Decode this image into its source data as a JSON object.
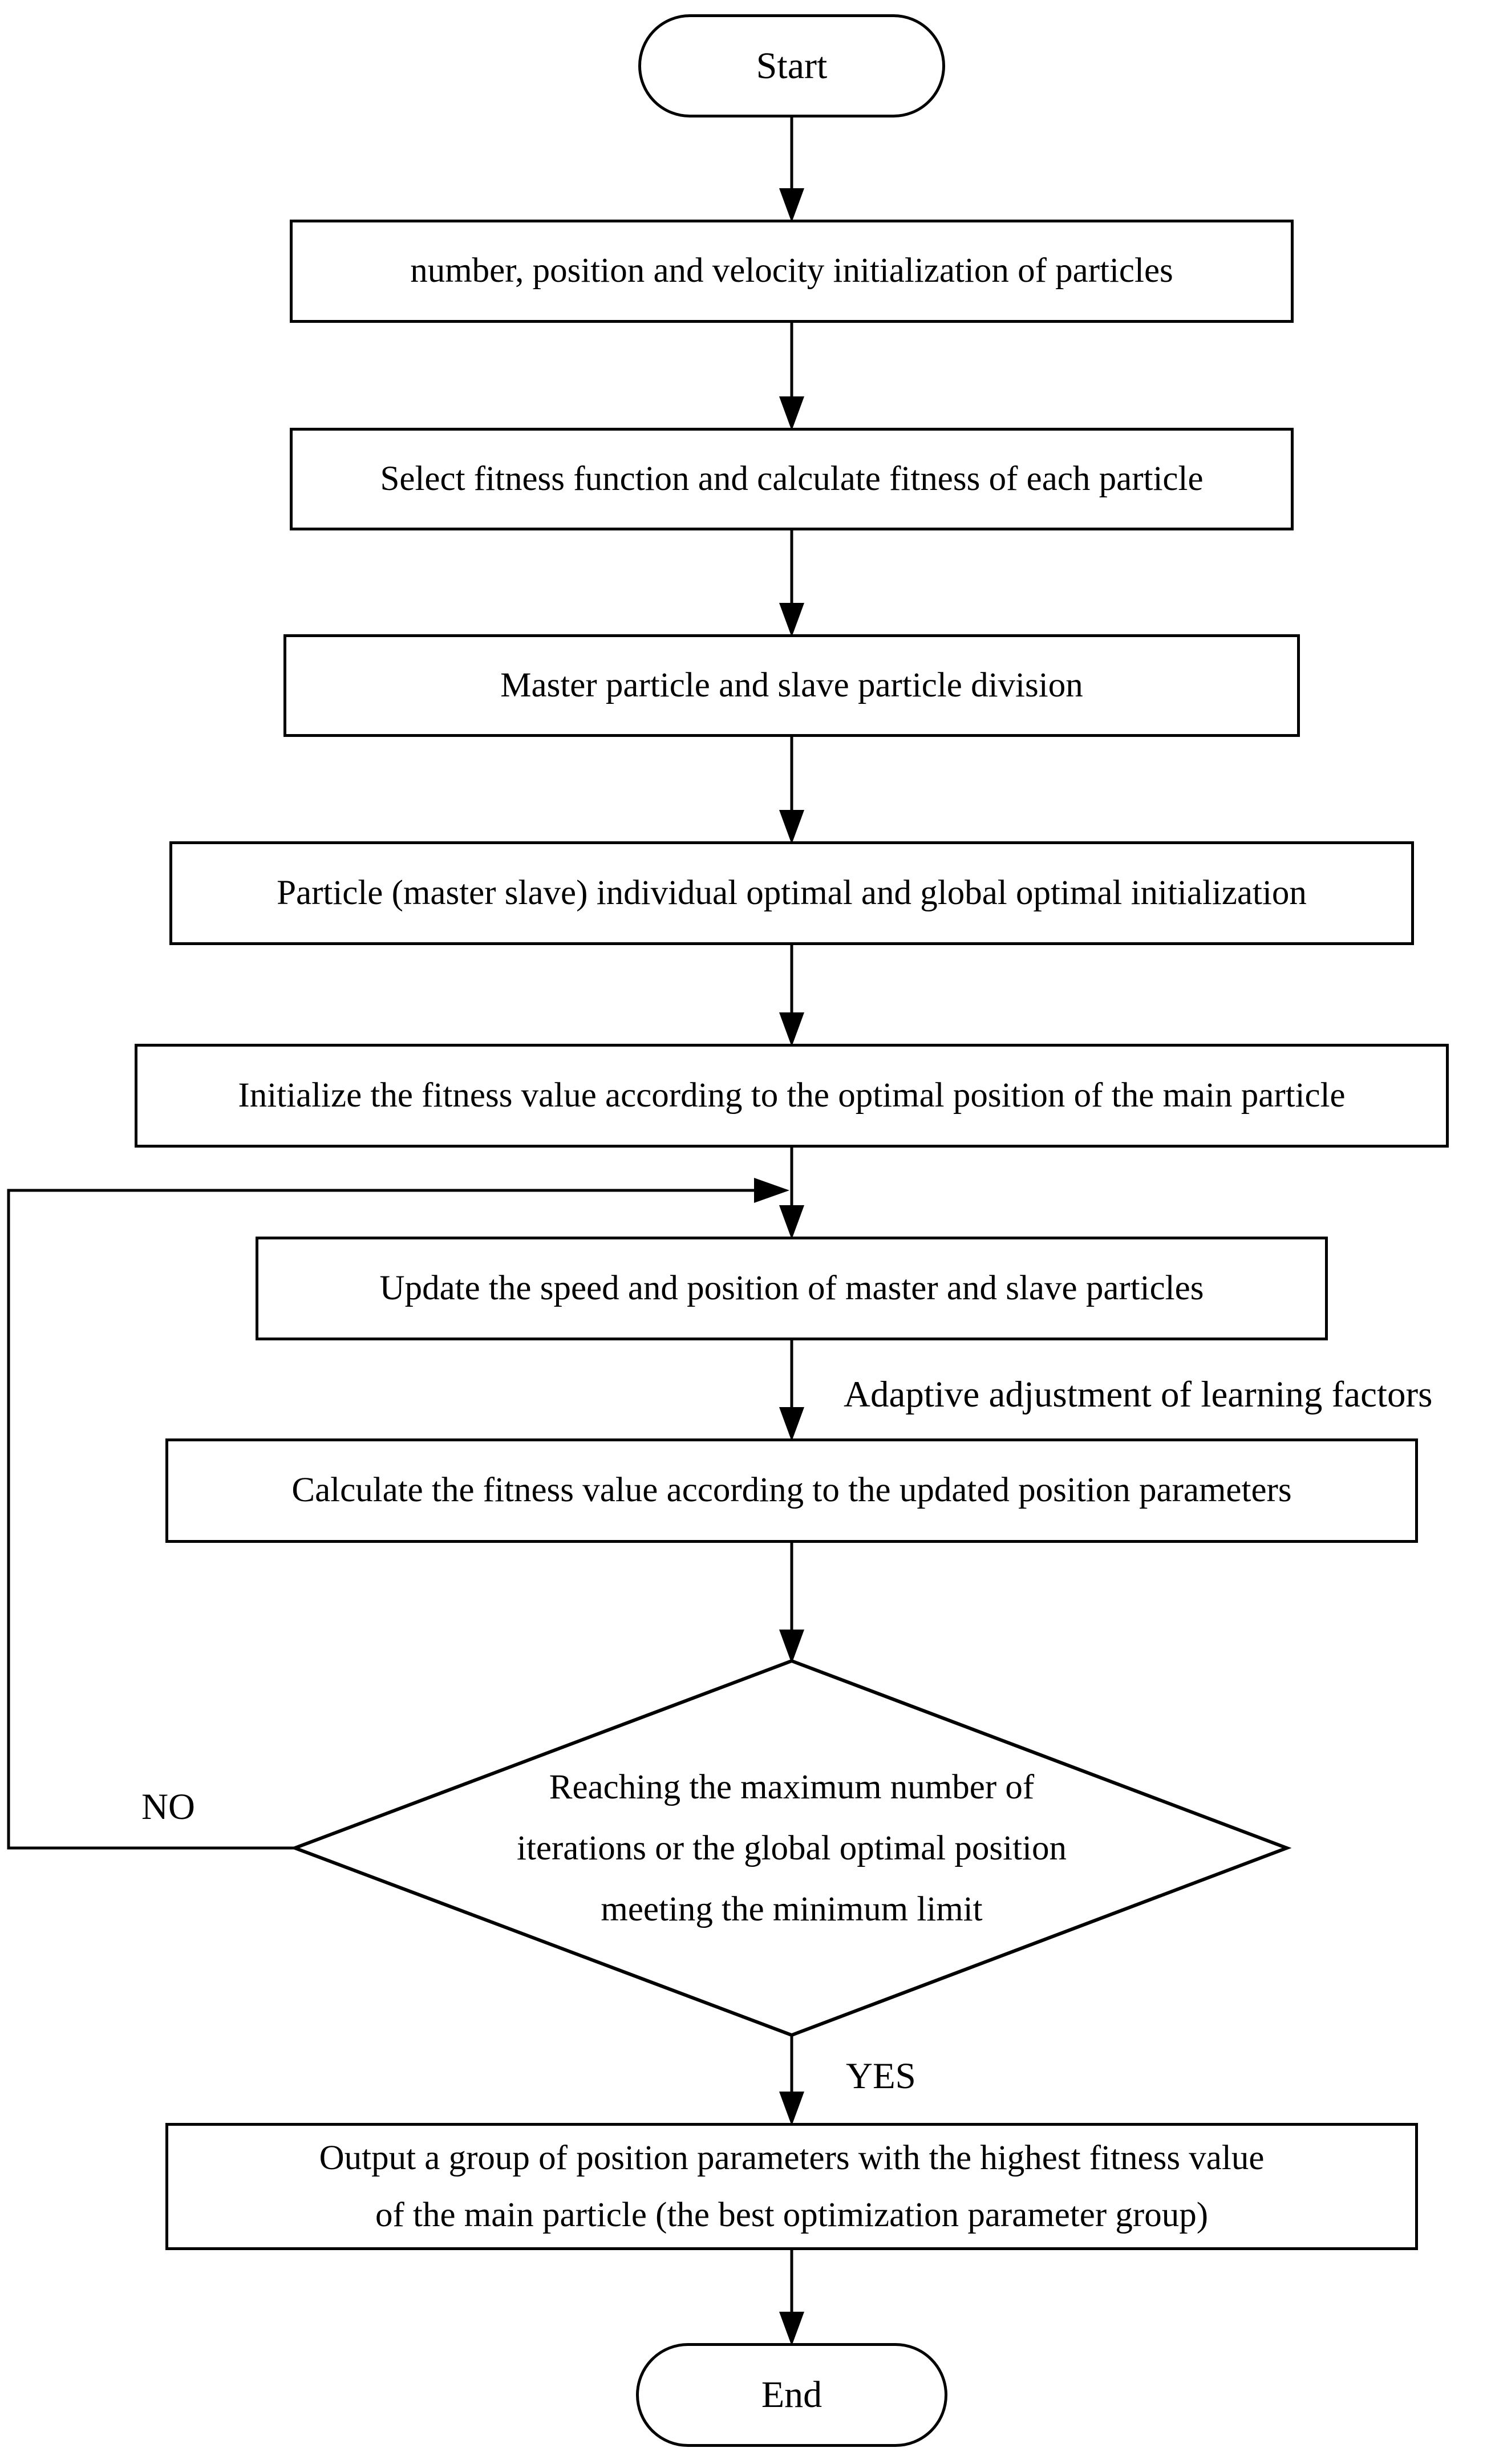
{
  "diagram": {
    "title": "Master-slave particle swarm optimization flowchart",
    "colors": {
      "background": "#ffffff",
      "line": "#000000",
      "text": "#000000"
    },
    "nodes": {
      "start": {
        "label": "Start",
        "type": "terminator"
      },
      "init_particles": {
        "label": "number, position and velocity initialization of particles",
        "type": "process"
      },
      "select_fitness": {
        "label": "Select fitness function and calculate fitness of each particle",
        "type": "process"
      },
      "division": {
        "label": "Master particle and slave particle division",
        "type": "process"
      },
      "optimal_init": {
        "label": "Particle (master slave) individual optimal and global optimal initialization",
        "type": "process"
      },
      "init_fitness": {
        "label": "Initialize the fitness value according to the optimal position of the main particle",
        "type": "process"
      },
      "update_speed": {
        "label": "Update the speed and position of master and slave particles",
        "type": "process"
      },
      "calc_fitness": {
        "label": "Calculate the fitness value according to the updated position parameters",
        "type": "process"
      },
      "decision": {
        "label": "Reaching the maximum number of\niterations or the global optimal position\nmeeting the minimum limit",
        "type": "decision"
      },
      "output": {
        "label": "Output a group of position parameters with the highest fitness value\nof the main particle (the best optimization parameter group)",
        "type": "process"
      },
      "end": {
        "label": "End",
        "type": "terminator"
      }
    },
    "edge_labels": {
      "adaptive": "Adaptive adjustment of learning factors",
      "no": "NO",
      "yes": "YES"
    }
  }
}
